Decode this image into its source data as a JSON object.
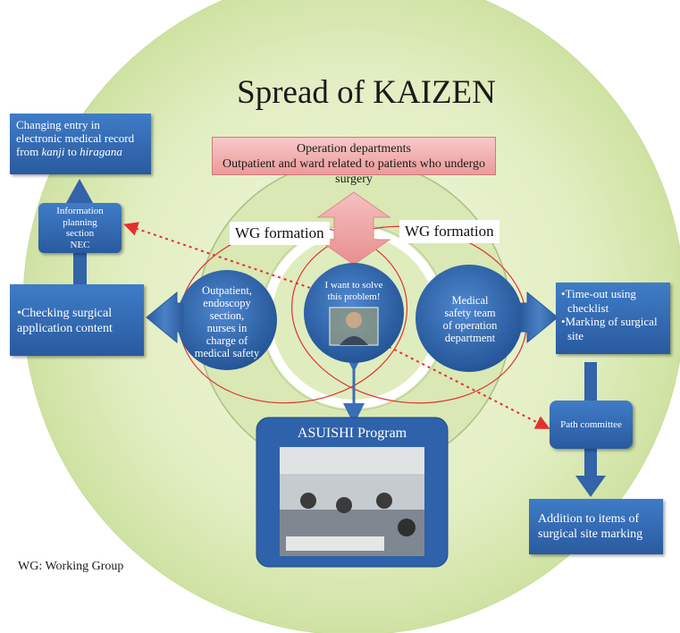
{
  "title": "Spread of KAIZEN",
  "operation_departments": {
    "line1": "Operation departments",
    "line2": "Outpatient and ward related to patients who undergo surgery"
  },
  "wg_formation_left": "WG formation",
  "wg_formation_right": "WG formation",
  "top_left_box": {
    "line1": "Changing entry in",
    "line2": "electronic medical record",
    "line3_pre": "from ",
    "line3_kanji": "kanji",
    "line3_mid": " to ",
    "line3_hiragana": "hiragana"
  },
  "info_box": [
    "Information",
    "planning",
    "section",
    "NEC"
  ],
  "left_box": [
    "•Checking surgical",
    "application content"
  ],
  "left_circle": [
    "Outpatient,",
    "endoscopy",
    "section,",
    "nurses in",
    "charge of",
    "medical safety"
  ],
  "center_circle": [
    "I want to solve",
    "this problem!"
  ],
  "right_circle": [
    "Medical",
    "safety team",
    "of operation",
    "department"
  ],
  "right_box": [
    "•Time-out using",
    "checklist",
    "•Marking of surgical",
    "site"
  ],
  "path_committee": "Path committee",
  "bottom_right_box": [
    "Addition to items of",
    "surgical site marking"
  ],
  "asuishi": "ASUISHI Program",
  "footnote": "WG: Working Group",
  "colors": {
    "background_circle": "#d8e8b0",
    "box_blue": "#2f64ad",
    "arrow_blue": "#3366b0",
    "pink_box": "#f0b0b0",
    "red_lines": "#e23030"
  }
}
